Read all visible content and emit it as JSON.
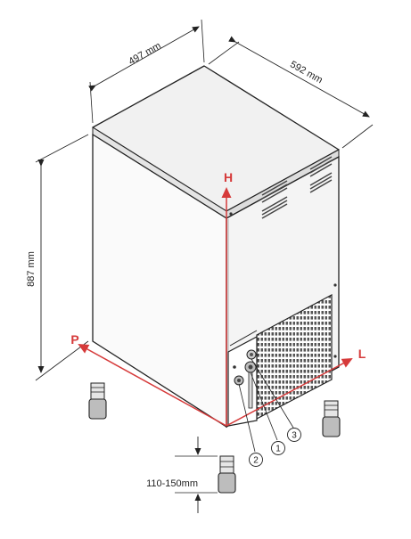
{
  "dimensions": {
    "width": "497 mm",
    "depth": "592 mm",
    "height": "887 mm",
    "feet": "110-150mm"
  },
  "axes": {
    "h": "H",
    "p": "P",
    "l": "L"
  },
  "callouts": [
    "1",
    "2",
    "3"
  ],
  "colors": {
    "accent": "#d63a3a",
    "line": "#222222",
    "top_face": "#f1f1f1",
    "front_face": "#fafafa",
    "side_face": "#f4f4f4"
  }
}
